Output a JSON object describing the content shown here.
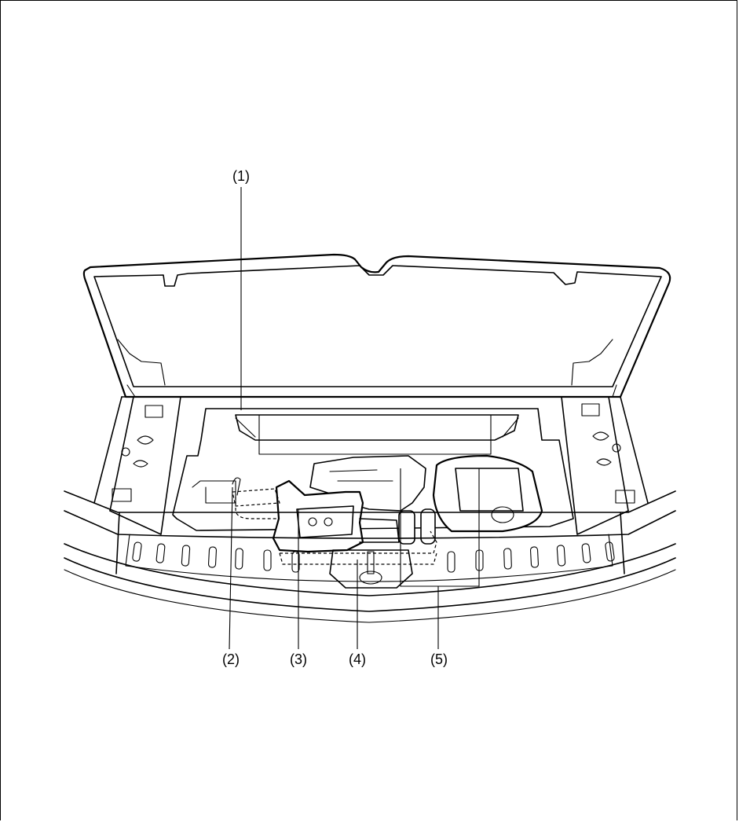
{
  "callouts": {
    "c1": "(1)",
    "c2": "(2)",
    "c3": "(3)",
    "c4": "(4)",
    "c5": "(5)"
  }
}
